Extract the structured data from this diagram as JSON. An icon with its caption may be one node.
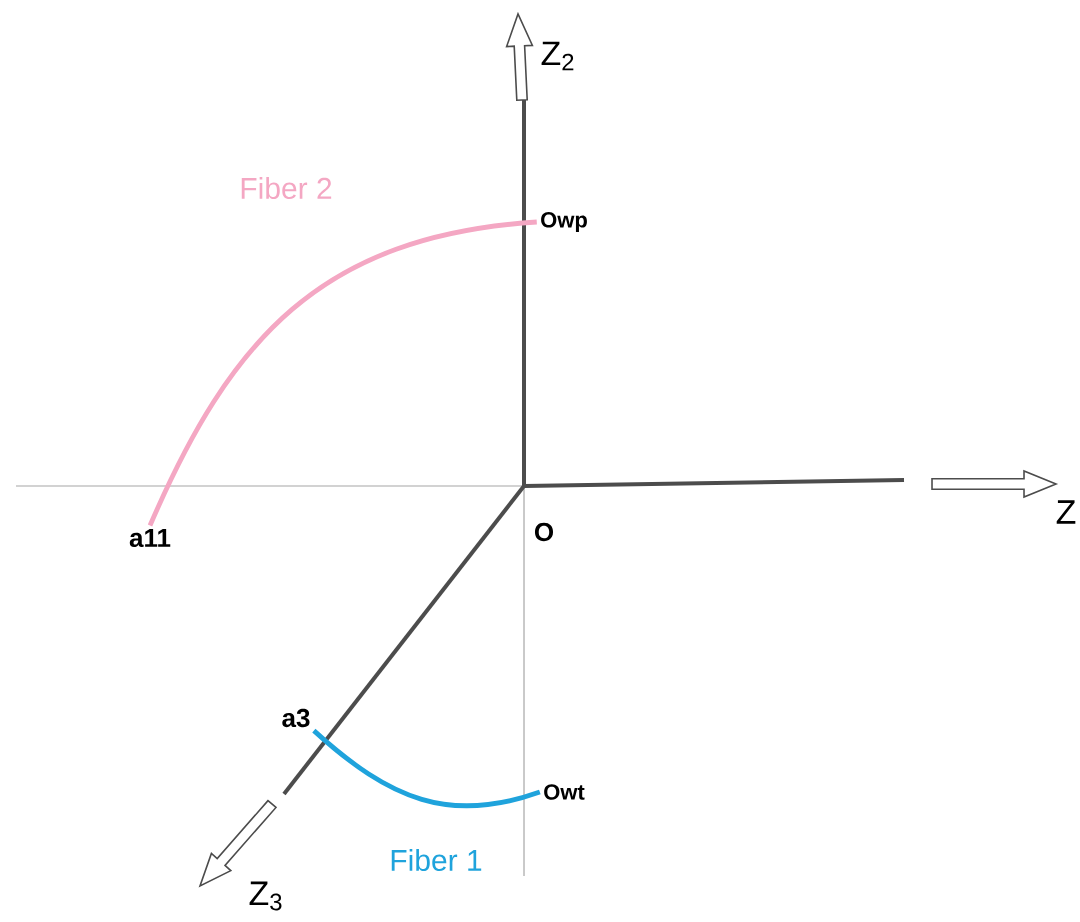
{
  "diagram": {
    "nodes": [
      {
        "text": [
          "a11"
        ]
      },
      {
        "text": [
          "Owp"
        ]
      },
      {
        "text": [
          "a3"
        ]
      },
      {
        "text": [
          "Owt"
        ]
      }
    ],
    "edges": [
      {
        "from": 0,
        "to": 1,
        "arrow": "none",
        "label": "Fiber 2",
        "color": "#f4a7c3"
      },
      {
        "from": 2,
        "to": 3,
        "arrow": "none",
        "label": "Fiber 1",
        "color": "#1fa3dc"
      }
    ],
    "labels": [
      "Z$_{2}$",
      "Z",
      "O",
      "Z$_{3}$"
    ]
  }
}
